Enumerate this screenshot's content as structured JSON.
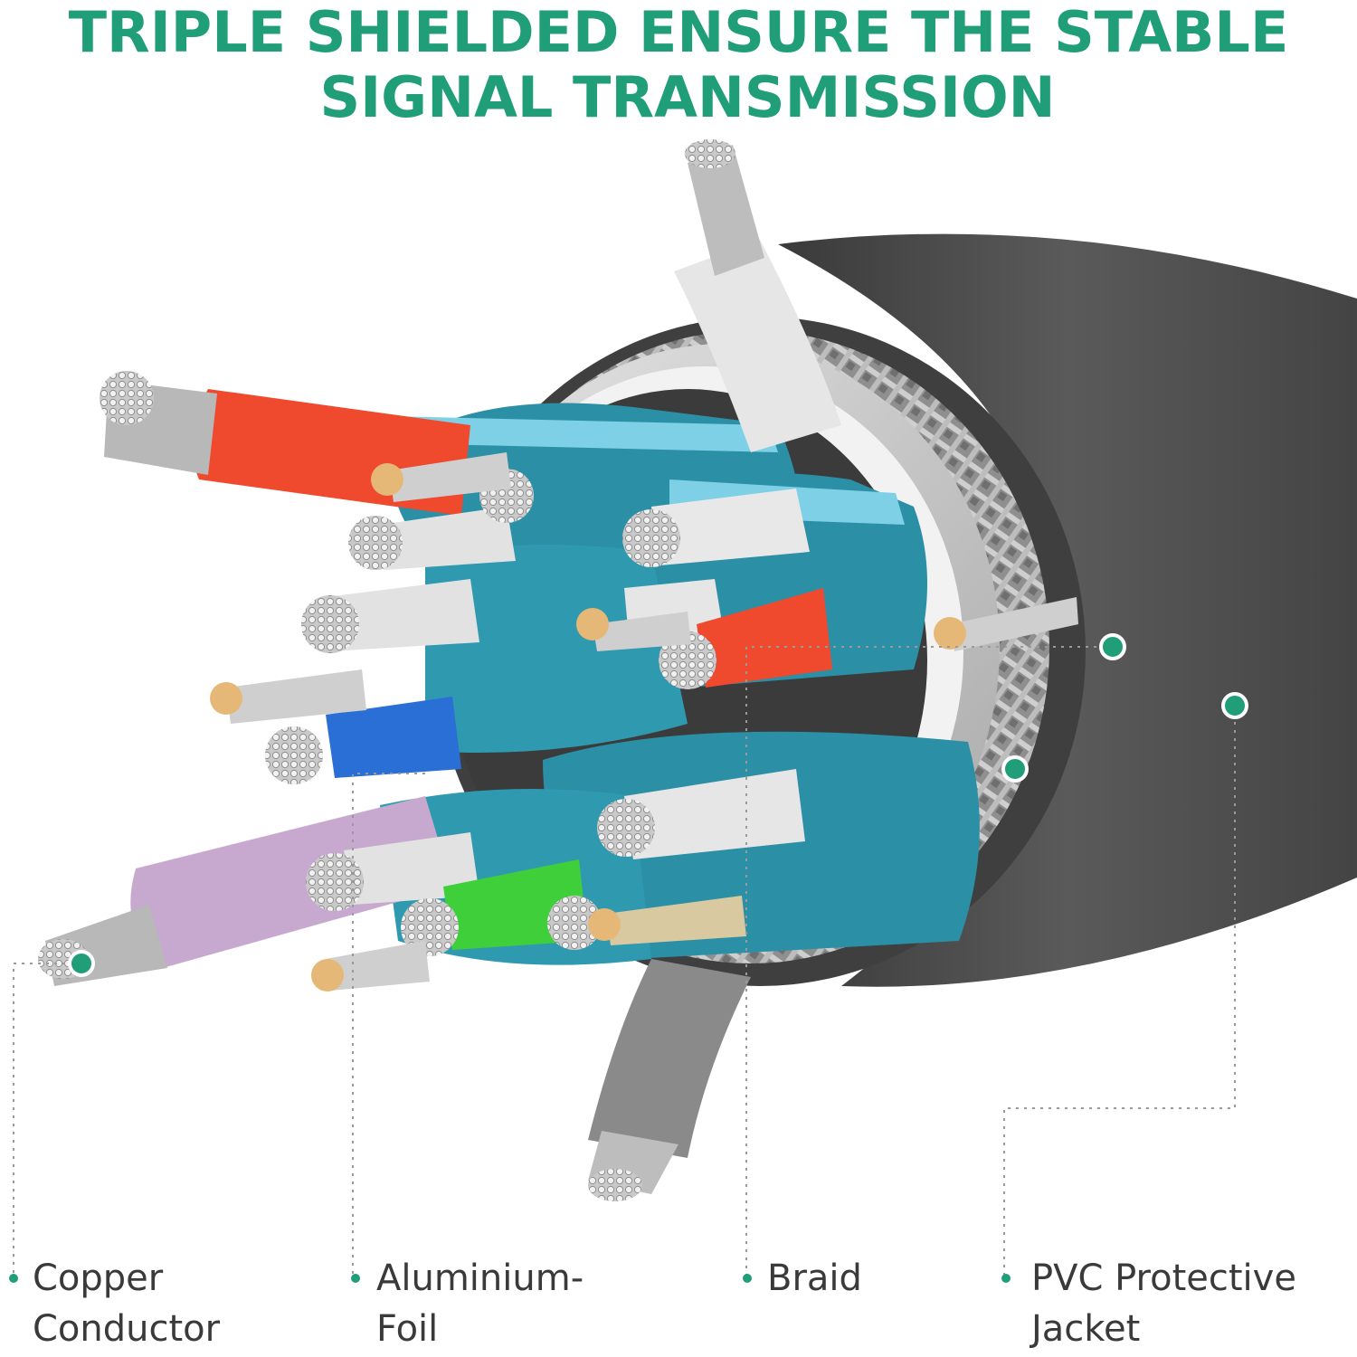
{
  "title": {
    "line1": "TRIPLE SHIELDED ENSURE THE STABLE",
    "line2": "SIGNAL TRANSMISSION"
  },
  "labels": {
    "copper": {
      "line1": "Copper",
      "line2": "Conductor"
    },
    "foil": {
      "line1": "Aluminium-",
      "line2": "Foil"
    },
    "braid": {
      "line1": "Braid"
    },
    "jacket": {
      "line1": "PVC Protective",
      "line2": "Jacket"
    }
  },
  "colors": {
    "accent": "#1f9e78",
    "jacket": "#4b4b4b",
    "braid": "#9a9a9a",
    "foil": "#c9c9c9",
    "shield": "#2b8fa6",
    "shield_light": "#7ed0e6",
    "wire_red": "#ef4a2e",
    "wire_blue": "#2a6fd6",
    "wire_green": "#3fcf3a",
    "wire_purple": "#c7a9cf",
    "wire_white": "#e8e8e8",
    "wire_grey": "#8a8a8a",
    "strand": "#b8b8b8",
    "core": "#e6b877",
    "label_text": "#3a3a3a"
  }
}
